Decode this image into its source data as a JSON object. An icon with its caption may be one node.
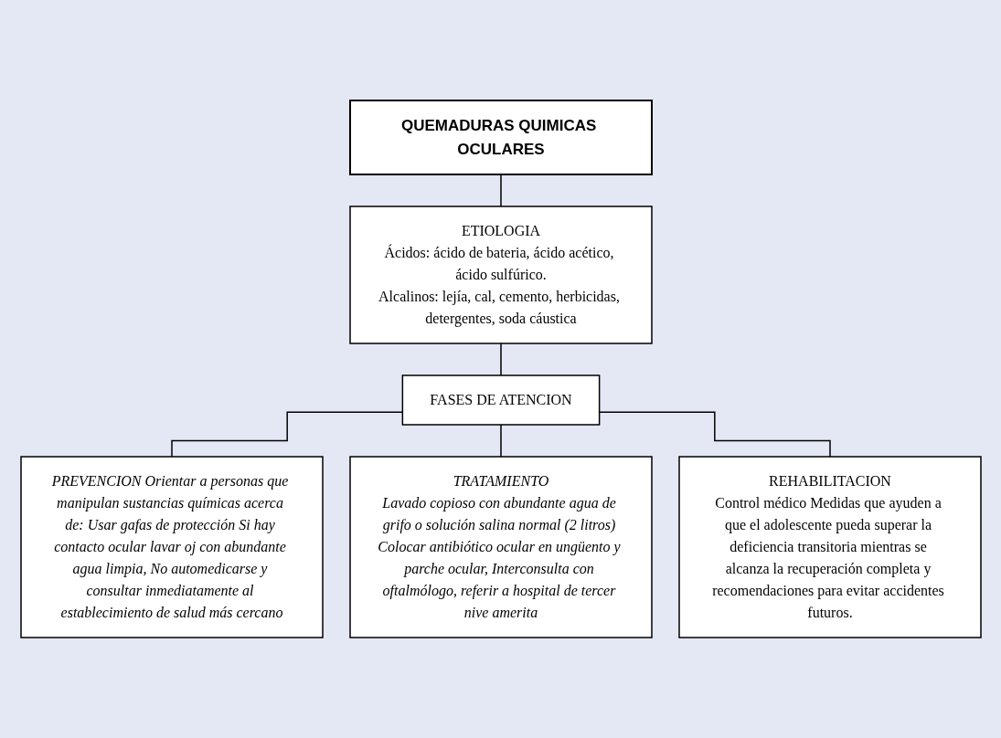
{
  "diagram": {
    "nodes": [
      {
        "text": [
          "QUEMADURAS QUIMICAS OCULARES"
        ]
      },
      {
        "text": [
          "ETIOLOGIA",
          "Ácidos: ácido de bateria, ácido acético, ácido sulfúrico.",
          "Alcalinos: lejía, cal, cemento, herbicidas, detergentes, soda cáustica"
        ]
      },
      {
        "text": [
          "FASES DE ATENCION"
        ]
      },
      {
        "text": [
          "PREVENCION Orientar a personas que manipulan sustancias químicas acerca de: Usar gafas de protección Si hay contacto ocular lavar oj con abundante agua limpia, No automedicarse y consultar inmediatamente al establecimiento de salud más cercano"
        ]
      },
      {
        "text": [
          "TRATAMIENTO",
          "Lavado copioso con abundante agua de grifo o solución salina normal (2 litros) Colocar antibiótico ocular en ungüento y parche ocular, Interconsulta con oftalmólogo, referir a hospital de tercer nive amerita"
        ]
      },
      {
        "text": [
          "REHABILITACION",
          "Control médico Medidas que ayuden a que el adolescente pueda superar la deficiencia transitoria mientras se alcanza la recuperación completa y recomendaciones para evitar accidentes futuros."
        ]
      }
    ],
    "edges": [
      {
        "from": 0,
        "to": 1,
        "arrow": "none"
      },
      {
        "from": 1,
        "to": 2,
        "arrow": "none"
      },
      {
        "from": 2,
        "to": 3,
        "arrow": "none"
      },
      {
        "from": 2,
        "to": 4,
        "arrow": "none"
      },
      {
        "from": 2,
        "to": 5,
        "arrow": "none"
      }
    ]
  }
}
